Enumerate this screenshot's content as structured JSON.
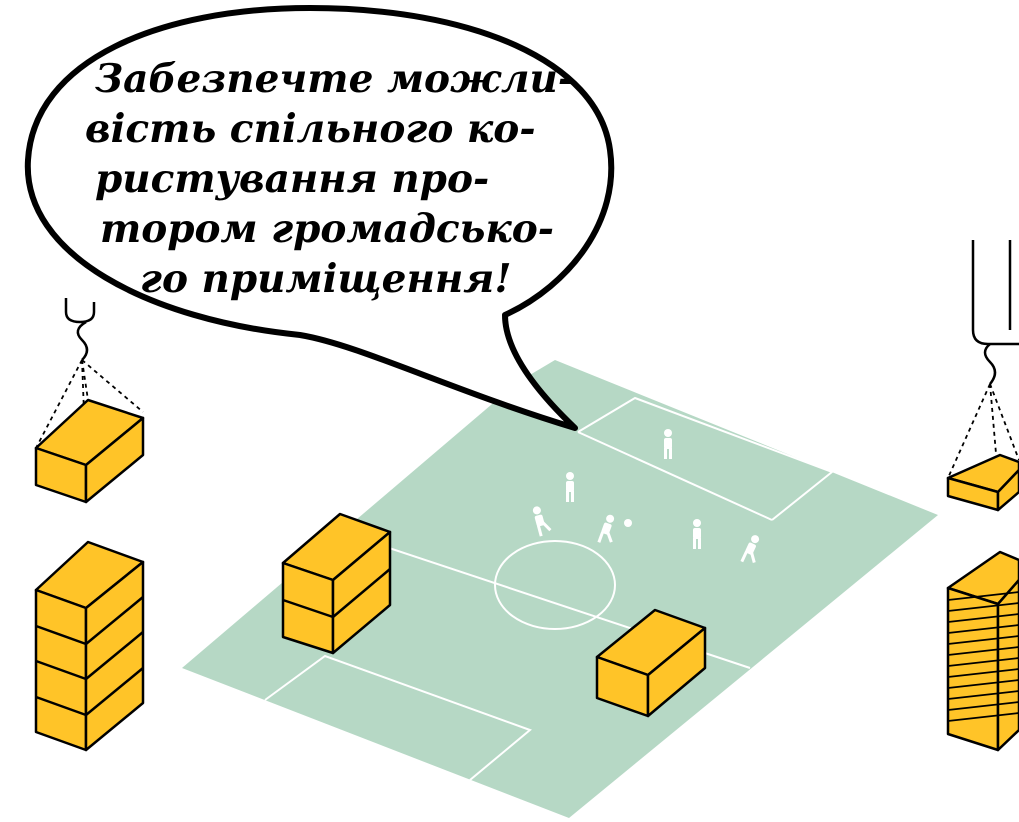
{
  "speech_bubble": {
    "lines": [
      "Забезпечте можли-",
      "вість спільного ко-",
      "ристування про-",
      "тором громадсько-",
      "го приміщення!"
    ]
  },
  "colors": {
    "field": "#b6d8c5",
    "box_fill": "#ffc428",
    "outline": "#000000",
    "field_lines": "#ffffff",
    "players": "#ffffff"
  },
  "icons": [
    "crane-hook-icon",
    "player-icon",
    "ball-icon"
  ]
}
